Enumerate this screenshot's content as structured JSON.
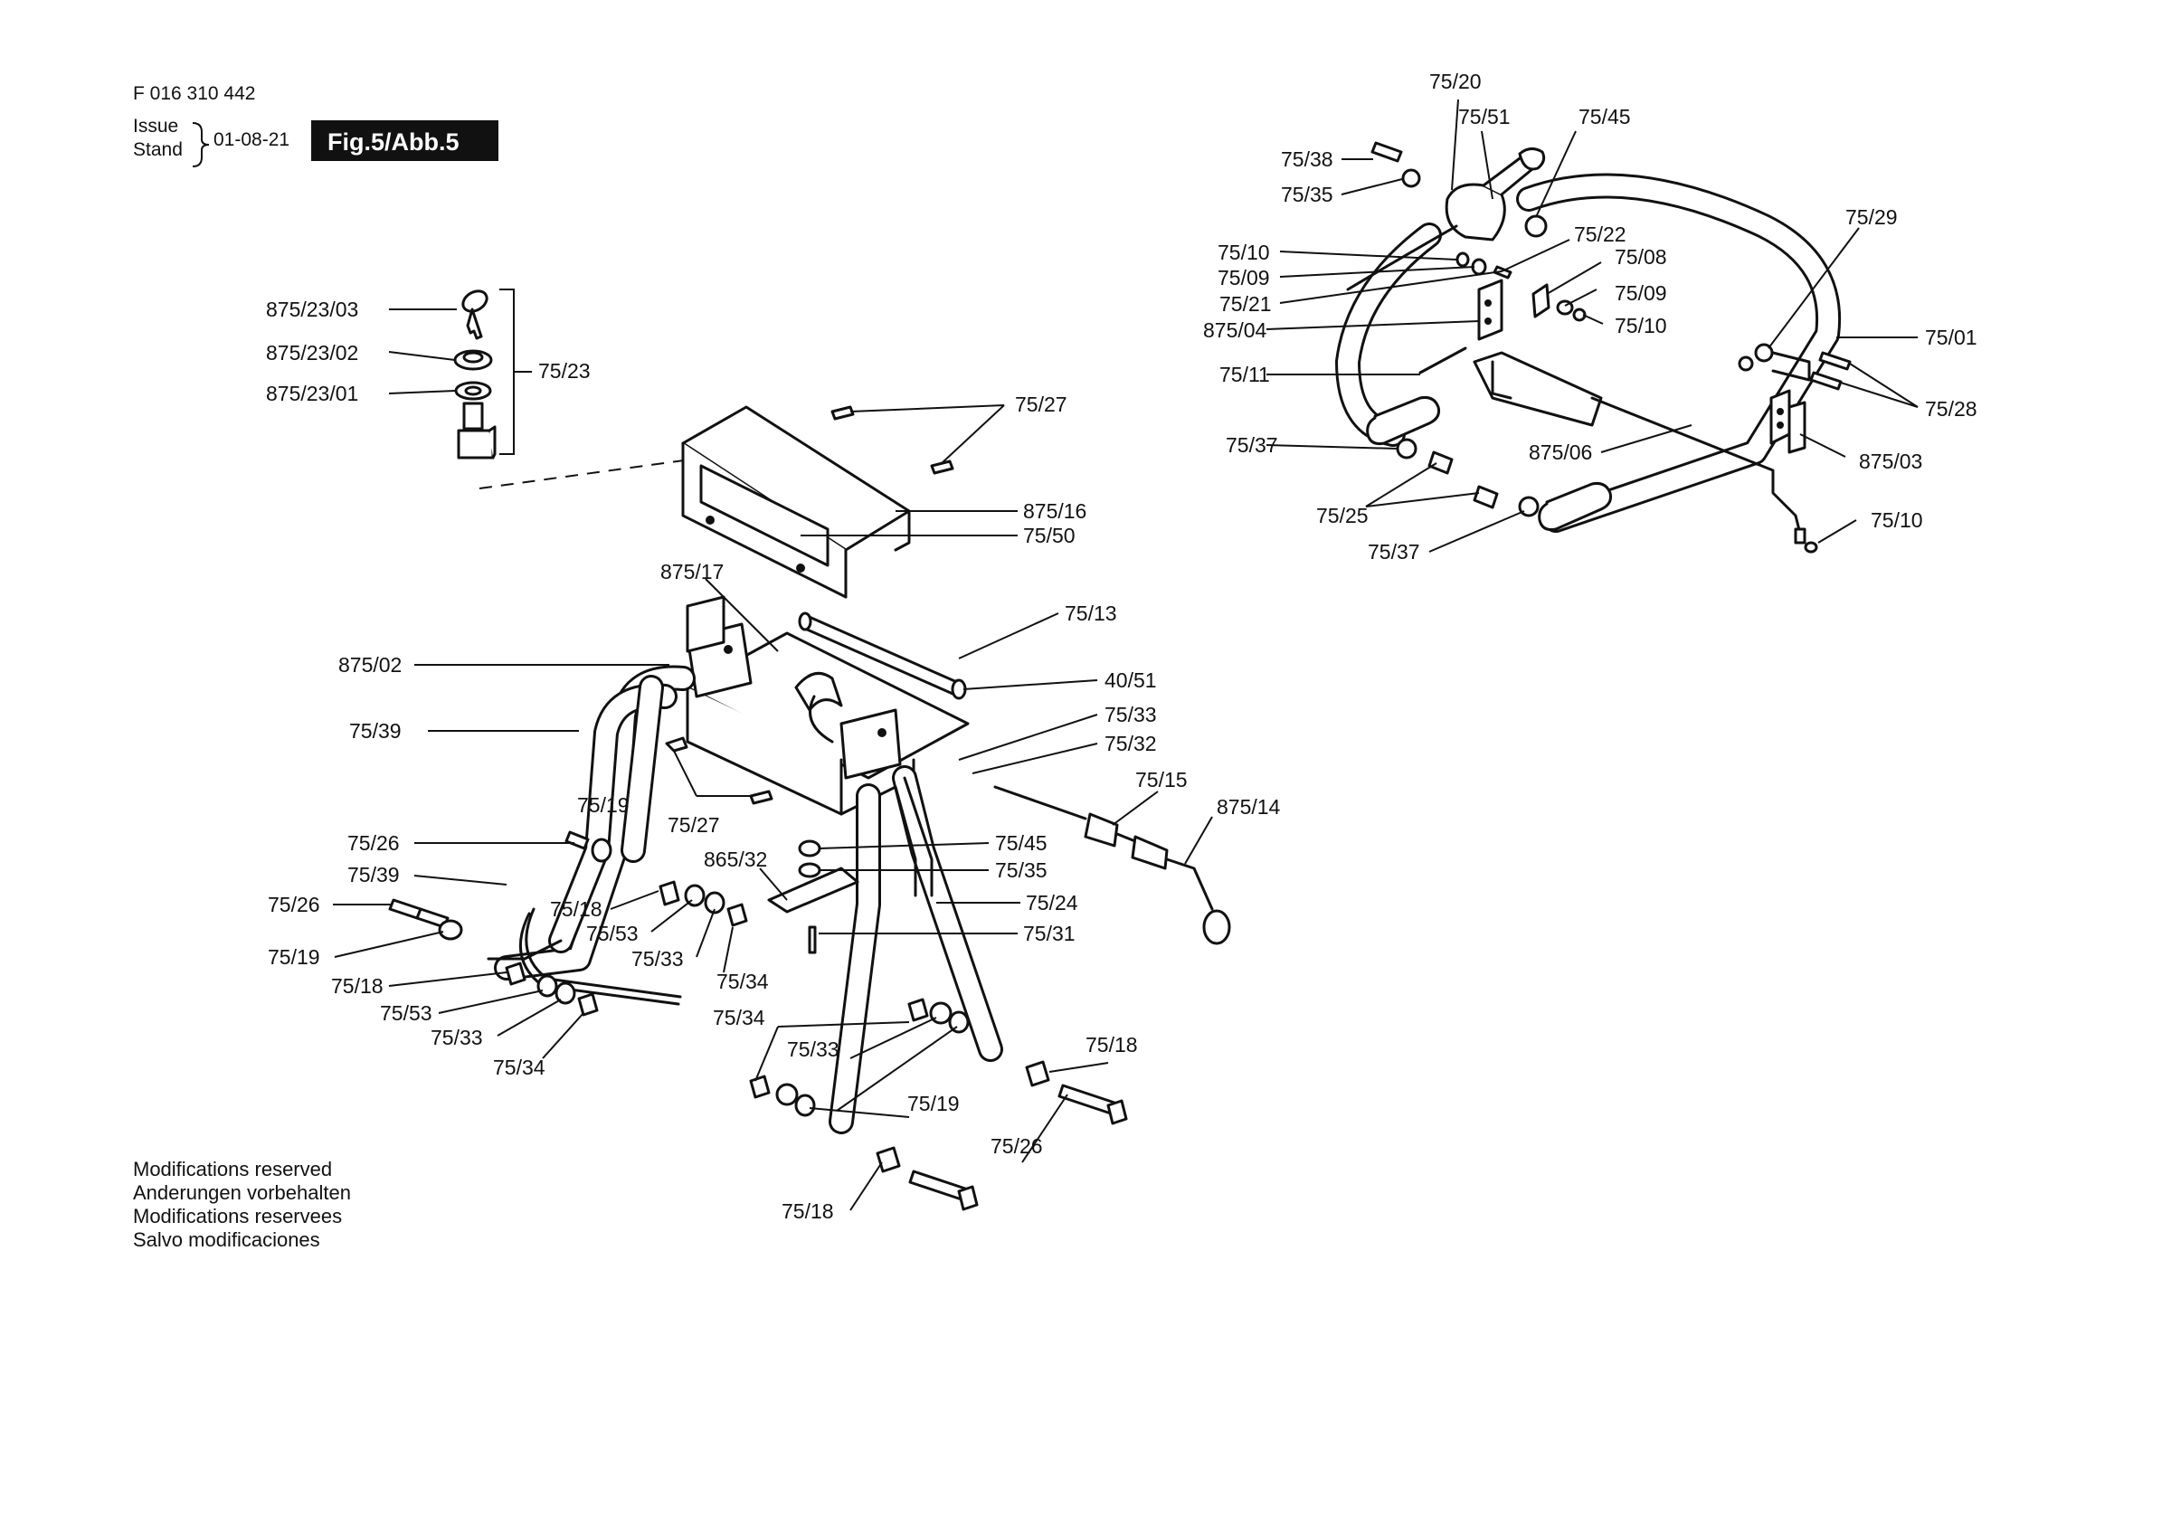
{
  "header": {
    "part_number": "F 016 310 442",
    "issue_label": "Issue",
    "stand_label": "Stand",
    "date": "01-08-21",
    "figure": "Fig.5/Abb.5"
  },
  "footer": {
    "notes": [
      "Modifications reserved",
      "Anderungen vorbehalten",
      "Modifications reservees",
      "Salvo modificaciones"
    ]
  },
  "labels": {
    "l_875_23_03": "875/23/03",
    "l_875_23_02": "875/23/02",
    "l_875_23_01": "875/23/01",
    "l_75_23": "75/23",
    "l_75_27a": "75/27",
    "l_875_16": "875/16",
    "l_75_50": "75/50",
    "l_875_17": "875/17",
    "l_75_13": "75/13",
    "l_875_02": "875/02",
    "l_40_51": "40/51",
    "l_75_39a": "75/39",
    "l_75_33a": "75/33",
    "l_75_32": "75/32",
    "l_75_15": "75/15",
    "l_875_14": "875/14",
    "l_75_19a": "75/19",
    "l_75_27b": "75/27",
    "l_75_26a": "75/26",
    "l_75_45a": "75/45",
    "l_865_32": "865/32",
    "l_75_35a": "75/35",
    "l_75_39b": "75/39",
    "l_75_24": "75/24",
    "l_75_26b": "75/26",
    "l_75_18a": "75/18",
    "l_75_31": "75/31",
    "l_75_53a": "75/53",
    "l_75_33b": "75/33",
    "l_75_34a": "75/34",
    "l_75_19b": "75/19",
    "l_75_18b": "75/18",
    "l_75_53b": "75/53",
    "l_75_33c": "75/33",
    "l_75_34b": "75/34",
    "l_75_34c": "75/34",
    "l_75_33d": "75/33",
    "l_75_18c": "75/18",
    "l_75_19c": "75/19",
    "l_75_26c": "75/26",
    "l_75_18d": "75/18",
    "l_75_20": "75/20",
    "l_75_51": "75/51",
    "l_75_45b": "75/45",
    "l_75_38": "75/38",
    "l_75_35b": "75/35",
    "l_75_29": "75/29",
    "l_75_22": "75/22",
    "l_75_10a": "75/10",
    "l_75_08": "75/08",
    "l_75_09a": "75/09",
    "l_75_09b": "75/09",
    "l_75_21": "75/21",
    "l_75_10b": "75/10",
    "l_875_04": "875/04",
    "l_75_01": "75/01",
    "l_75_11": "75/11",
    "l_75_28": "75/28",
    "l_75_37a": "75/37",
    "l_875_06": "875/06",
    "l_875_03": "875/03",
    "l_75_25": "75/25",
    "l_75_10c": "75/10",
    "l_75_37b": "75/37"
  }
}
